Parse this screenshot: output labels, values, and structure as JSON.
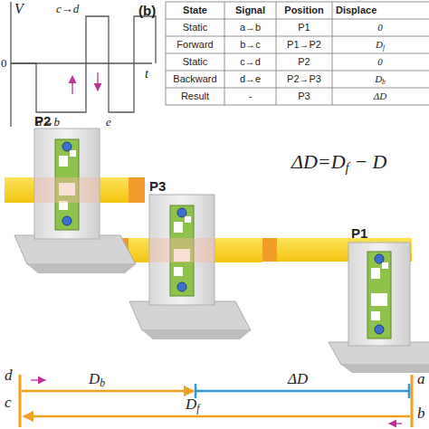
{
  "diagram": {
    "nodes": [
      {
        "text": [
          "P2"
        ]
      },
      {
        "text": [
          "P3"
        ]
      },
      {
        "text": [
          "P1"
        ]
      }
    ],
    "labels": [
      "V",
      "c→d",
      "0",
      "t",
      "a→b",
      "e",
      "(b)",
      "State",
      "Signal",
      "Position",
      "Displace",
      "Static",
      "a→b",
      "P1",
      "0",
      "Forward",
      "b→c",
      "P1→P2",
      "Df",
      "Static",
      "c→d",
      "P2",
      "0",
      "Backward",
      "d→e",
      "P2→P3",
      "Db",
      "Result",
      "-",
      "P3",
      "ΔD",
      "ΔD=Df − D",
      "d",
      "c",
      "Db",
      "ΔD",
      "a",
      "b",
      "Df"
    ]
  }
}
